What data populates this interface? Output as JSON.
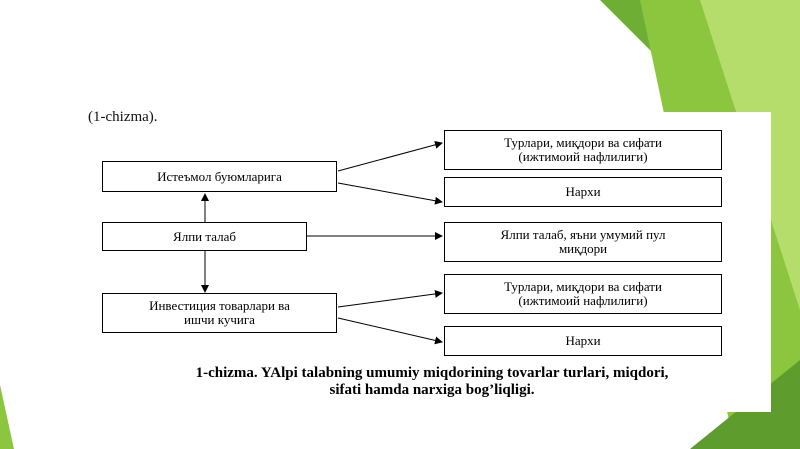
{
  "slide": {
    "reference": "(1-chizma).",
    "caption_line1": "1-chizma. YAlpi talabning umumiy miqdorining tovarlar turlari, miqdori,",
    "caption_line2": "sifati hamda narxiga bog’liqligi.",
    "accent_colors": [
      "#8cc63f",
      "#5e9c2e",
      "#b5dd6b"
    ]
  },
  "diagram": {
    "nodes": {
      "consumer_goods": "Истеъмол буюмларига",
      "aggregate_demand": "Ялпи талаб",
      "investment_goods_line1": "Инвестиция товарлари ва",
      "investment_goods_line2": "ишчи кучига",
      "types_quality_top_line1": "Турлари, миқдори ва сифати",
      "types_quality_top_line2": "(ижтимоий нафлилиги)",
      "price_top": "Нархи",
      "total_money_line1": "Ялпи талаб, яъни умумий пул",
      "total_money_line2": "миқдори",
      "types_quality_bottom_line1": "Турлари, миқдори ва сифати",
      "types_quality_bottom_line2": "(ижтимоий нафлилиги)",
      "price_bottom": "Нархи"
    }
  }
}
